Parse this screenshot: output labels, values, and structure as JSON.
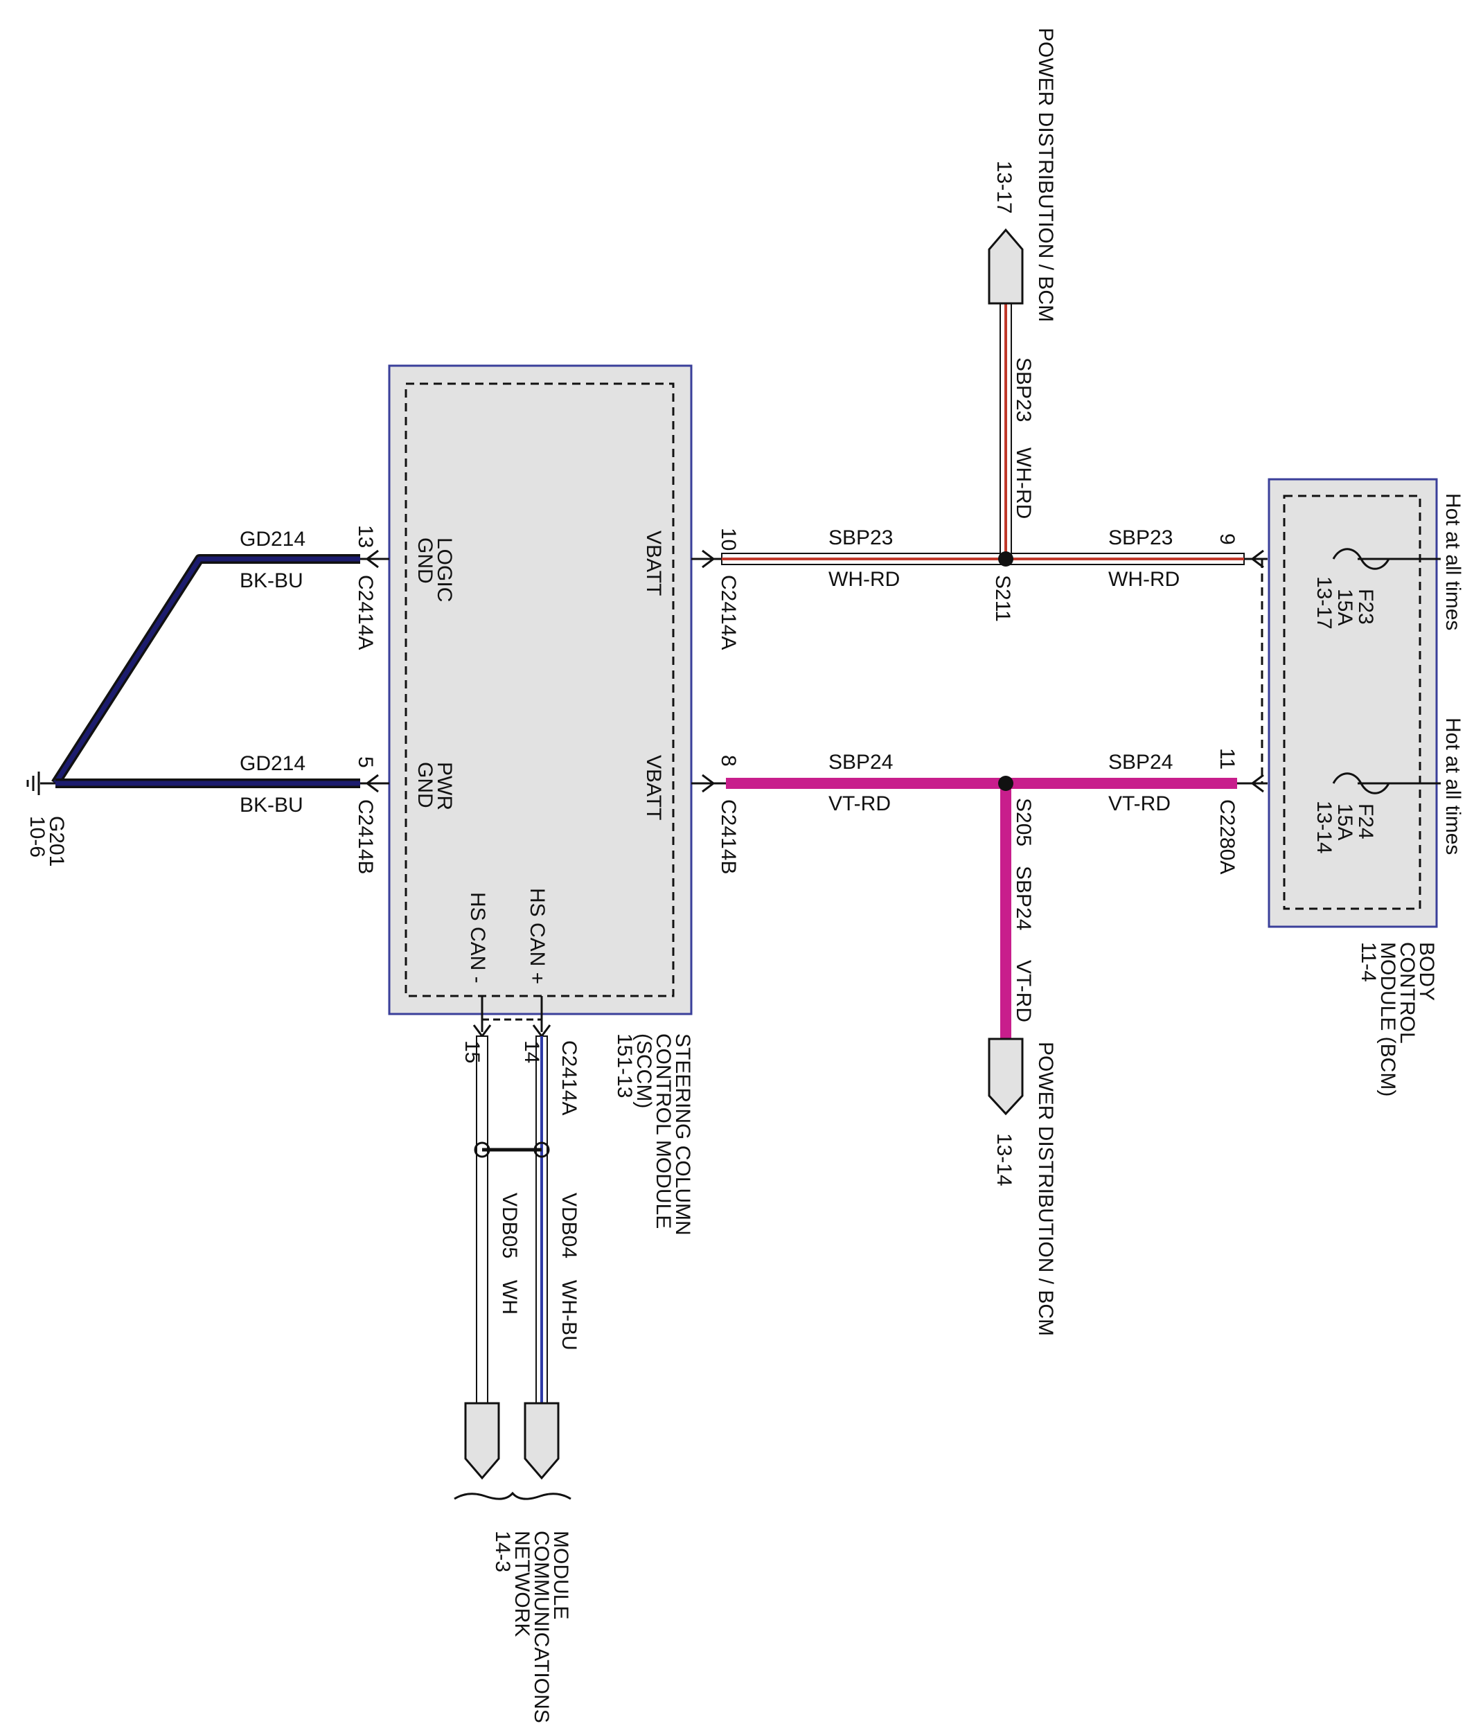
{
  "colors": {
    "module_border": "#3a3f9a",
    "module_fill": "#e2e2e2",
    "wire_wh_rd_red": "#c0392b",
    "wire_vt_rd": "#c81e8c",
    "wire_bk_bu": "#1c1c6e",
    "wire_wh_bu": "#2e3aa8",
    "black": "#111111"
  },
  "labels": {
    "pd_top_title": "POWER DISTRIBUTION / BCM",
    "pd_top_ref": "13-17",
    "pd_bottom_title": "POWER DISTRIBUTION / BCM",
    "pd_bottom_ref": "13-14",
    "hot_1": "Hot at all times",
    "hot_2": "Hot at all times",
    "f23_name": "F23",
    "f23_amp": "15A",
    "f23_ref": "13-17",
    "f24_name": "F24",
    "f24_amp": "15A",
    "f24_ref": "13-14",
    "bcm_l1": "BODY",
    "bcm_l2": "CONTROL",
    "bcm_l3": "MODULE (BCM)",
    "bcm_l4": "11-4",
    "pin_9": "9",
    "pin_11": "11",
    "c2280a": "C2280A",
    "s211": "S211",
    "s205": "S205",
    "vert_sbp23": "SBP23",
    "vert_whrd": "WH-RD",
    "vert_sbp24": "SBP24",
    "vert_vtrd": "VT-RD",
    "w1_top": "SBP23",
    "w1_bot": "WH-RD",
    "w2_top": "SBP23",
    "w2_bot": "WH-RD",
    "w3_top": "SBP24",
    "w3_bot": "VT-RD",
    "w4_top": "SBP24",
    "w4_bot": "VT-RD",
    "pin_10": "10",
    "c2414a_vbatt": "C2414A",
    "pin_8": "8",
    "c2414b_vbatt": "C2414B",
    "vbatt_1": "VBATT",
    "vbatt_2": "VBATT",
    "logic_1": "LOGIC",
    "logic_2": "GND",
    "pwr_1": "PWR",
    "pwr_2": "GND",
    "hscan_plus": "HS CAN +",
    "hscan_minus": "HS CAN -",
    "pin_13": "13",
    "c2414a_gnd": "C2414A",
    "pin_5": "5",
    "c2414b_gnd": "C2414B",
    "gd214_1": "GD214",
    "bkbu_1": "BK-BU",
    "gd214_2": "GD214",
    "bkbu_2": "BK-BU",
    "g201": "G201",
    "g201_ref": "10-6",
    "sccm_l1": "STEERING COLUMN",
    "sccm_l2": "CONTROL MODULE",
    "sccm_l3": "(SCCM)",
    "sccm_l4": "151-13",
    "pin_14": "14",
    "c2414a_can": "C2414A",
    "pin_15": "15",
    "vdb04": "VDB04",
    "whbu": "WH-BU",
    "vdb05": "VDB05",
    "wh": "WH",
    "mcn_l1": "MODULE",
    "mcn_l2": "COMMUNICATIONS",
    "mcn_l3": "NETWORK",
    "mcn_l4": "14-3"
  }
}
